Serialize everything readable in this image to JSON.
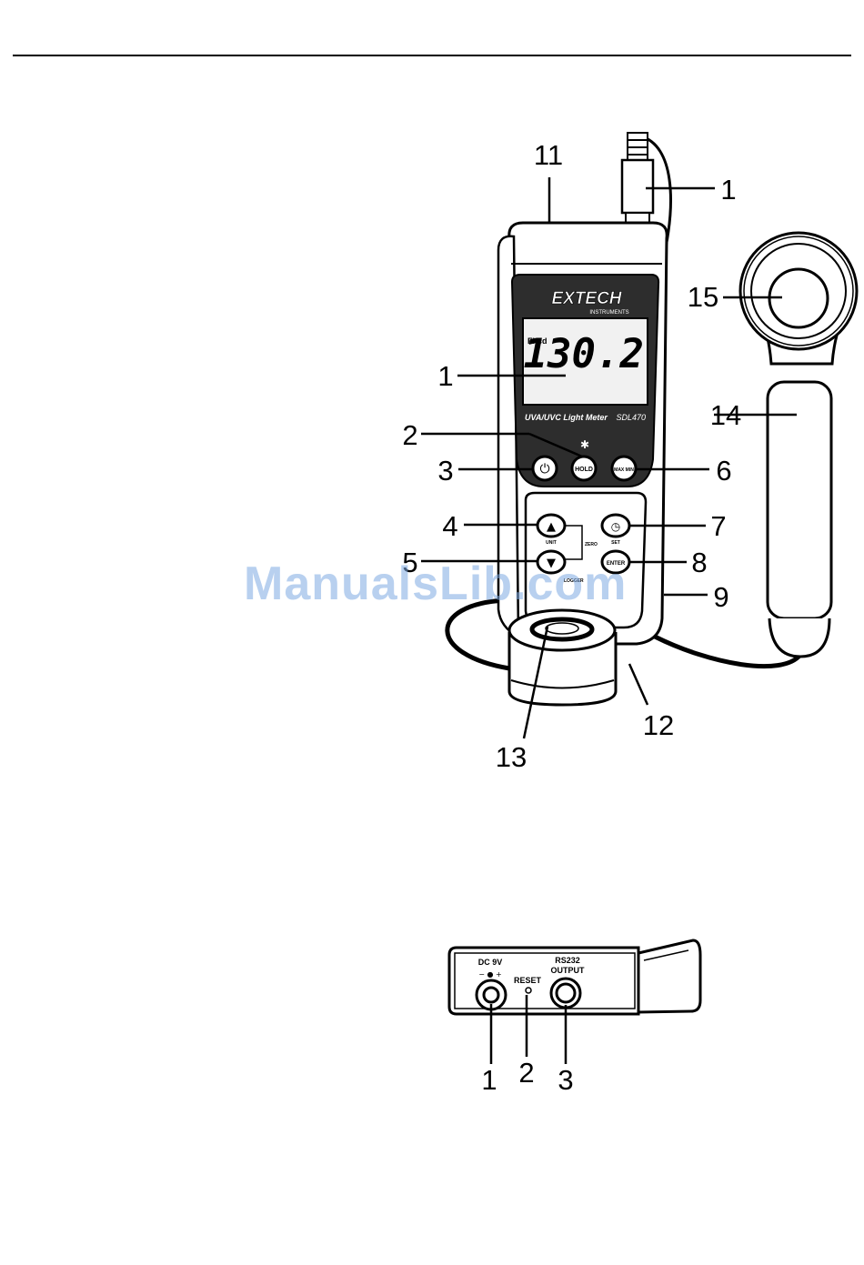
{
  "meter": {
    "brand": "EXTECH",
    "brand_sub": "INSTRUMENTS",
    "display_unit": "Fl-cd",
    "display_value": "130.2",
    "product_name": "UVA/UVC Light Meter",
    "model": "SDL470",
    "buttons": {
      "power": "⏻",
      "hold": "HOLD",
      "max_min": "MAX MIN",
      "up": "▲",
      "up_label": "UNIT",
      "zero": "ZERO",
      "down": "▼",
      "down_label": "LOGGER",
      "time": "◷",
      "time_label": "SET",
      "enter": "ENTER"
    },
    "callouts": {
      "c11": "11",
      "c1_top": "1",
      "c15": "15",
      "c1_display": "1",
      "c14": "14",
      "c2": "2",
      "c3": "3",
      "c6": "6",
      "c4": "4",
      "c7": "7",
      "c5": "5",
      "c8": "8",
      "c9": "9",
      "c12": "12",
      "c13": "13"
    }
  },
  "side_panel": {
    "dc_label": "DC 9V",
    "dc_polarity": "− ● +",
    "reset_label": "RESET",
    "rs232_label": "RS232",
    "output_label": "OUTPUT",
    "callouts": {
      "c1": "1",
      "c2": "2",
      "c3": "3"
    }
  },
  "watermark": "ManualsLib.com"
}
